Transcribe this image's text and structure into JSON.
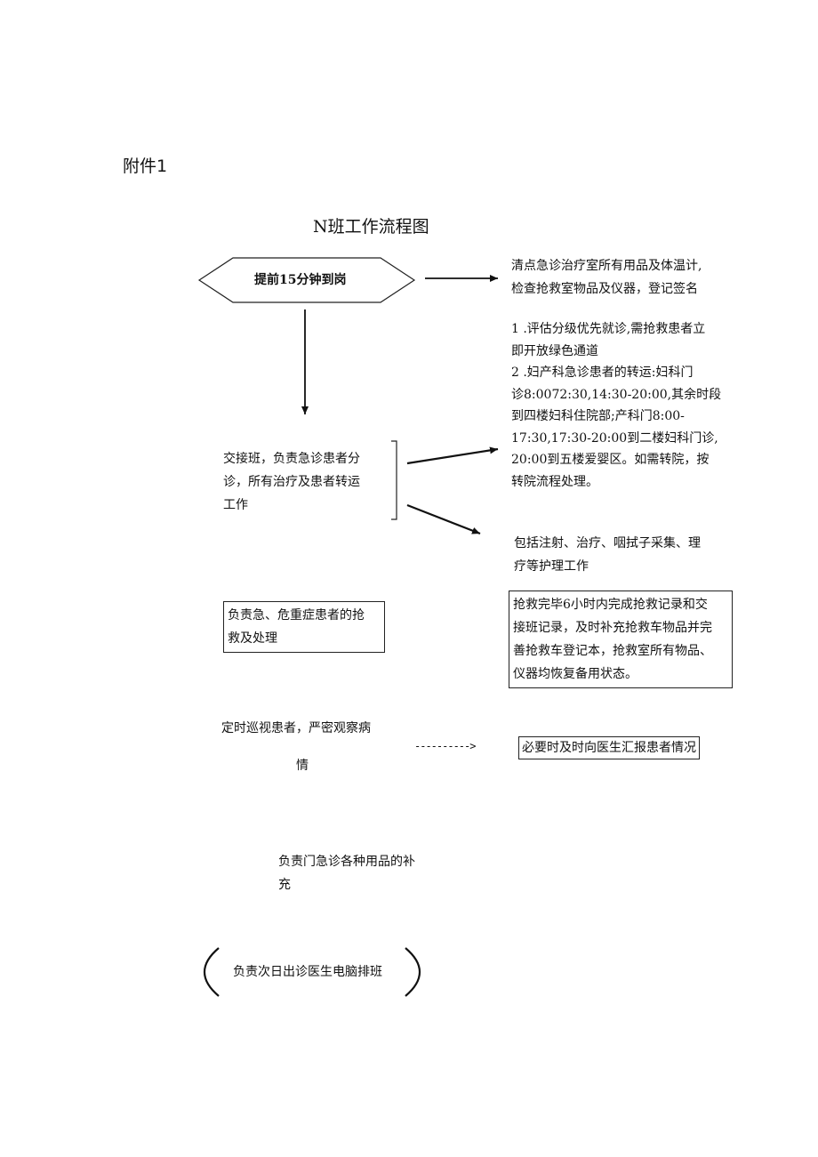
{
  "annex_label": "附件1",
  "title": "N班工作流程图",
  "start": {
    "label": "提前15分钟到岗"
  },
  "step_right_1": "清点急诊治疗室所有用品及体温计,\n检查抢救室物品及仪器，登记签名",
  "handover": "交接班，负责急诊患者分\n诊，所有治疗及患者转运\n工作",
  "handover_note": "1 .评估分级优先就诊,需抢救患者立\n即开放绿色通道\n2 .妇产科急诊患者的转运:妇科门\n诊8:0072:30,14:30-20:00,其余时段\n到四楼妇科住院部;产科门8:00-\n17:30,17:30-20:00到二楼妇科门诊,\n20:00到五楼爱婴区。如需转院，按\n转院流程处理。",
  "treatment_note": "包括注射、治疗、咽拭子采集、理\n疗等护理工作",
  "rescue": "负责急、危重症患者的抢\n救及处理",
  "rescue_note": "抢救完毕6小时内完成抢救记录和交\n接班记录，及时补充抢救车物品并完\n善抢救车登记本，抢救室所有物品、\n仪器均恢复备用状态。",
  "patrol_line1": "定时巡视患者，严密观察病",
  "patrol_line2": "情",
  "dashed_arrow": "---------->",
  "report": "必要时及时向医生汇报患者情况",
  "supplies": "负责门急诊各种用品的补\n充",
  "schedule": "负责次日出诊医生电脑排班"
}
